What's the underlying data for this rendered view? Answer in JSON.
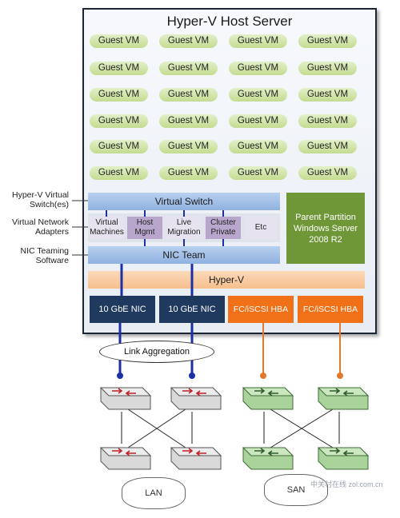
{
  "host": {
    "title": "Hyper-V Host Server"
  },
  "vms": [
    [
      "Guest VM",
      "Guest VM",
      "Guest VM",
      "Guest VM"
    ],
    [
      "Guest VM",
      "Guest VM",
      "Guest VM",
      "Guest VM"
    ],
    [
      "Guest VM",
      "Guest VM",
      "Guest VM",
      "Guest VM"
    ],
    [
      "Guest VM",
      "Guest VM",
      "Guest VM",
      "Guest VM"
    ],
    [
      "Guest VM",
      "Guest VM",
      "Guest VM",
      "Guest VM"
    ],
    [
      "Guest VM",
      "Guest VM",
      "Guest VM",
      "Guest VM"
    ]
  ],
  "virtual_switch": {
    "label": "Virtual Switch"
  },
  "adapters": {
    "virtual_machines": "Virtual Machines",
    "host_mgmt": "Host Mgmt",
    "live_migration": "Live Migration",
    "cluster_private": "Cluster Private",
    "etc": "Etc"
  },
  "nic_team": {
    "label": "NIC Team"
  },
  "parent_partition": {
    "label": "Parent Partition Windows Server 2008 R2"
  },
  "hyperv_layer": {
    "label": "Hyper-V"
  },
  "physical": {
    "nic1": "10 GbE NIC",
    "nic2": "10 GbE NIC",
    "hba1": "FC/iSCSI HBA",
    "hba2": "FC/iSCSI HBA"
  },
  "side_labels": {
    "virtual_switches": "Hyper-V Virtual Switch(es)",
    "virtual_network_adapters": "Virtual Network Adapters",
    "nic_teaming": "NIC Teaming Software"
  },
  "link_aggregation": {
    "label": "Link Aggregation"
  },
  "networks": {
    "lan": "LAN",
    "san": "SAN"
  },
  "watermark": {
    "text": "中关村在线 zol.com.cn"
  },
  "colors": {
    "vm_green": "#c4db91",
    "switch_blue": "#8fb1df",
    "parent_green": "#6f9637",
    "hyperv_orange": "#f6bf8e",
    "nic_navy": "#1f3a5e",
    "hba_orange": "#f07117",
    "link_blue": "#1c2fa6",
    "san_orange": "#e07a2e"
  }
}
